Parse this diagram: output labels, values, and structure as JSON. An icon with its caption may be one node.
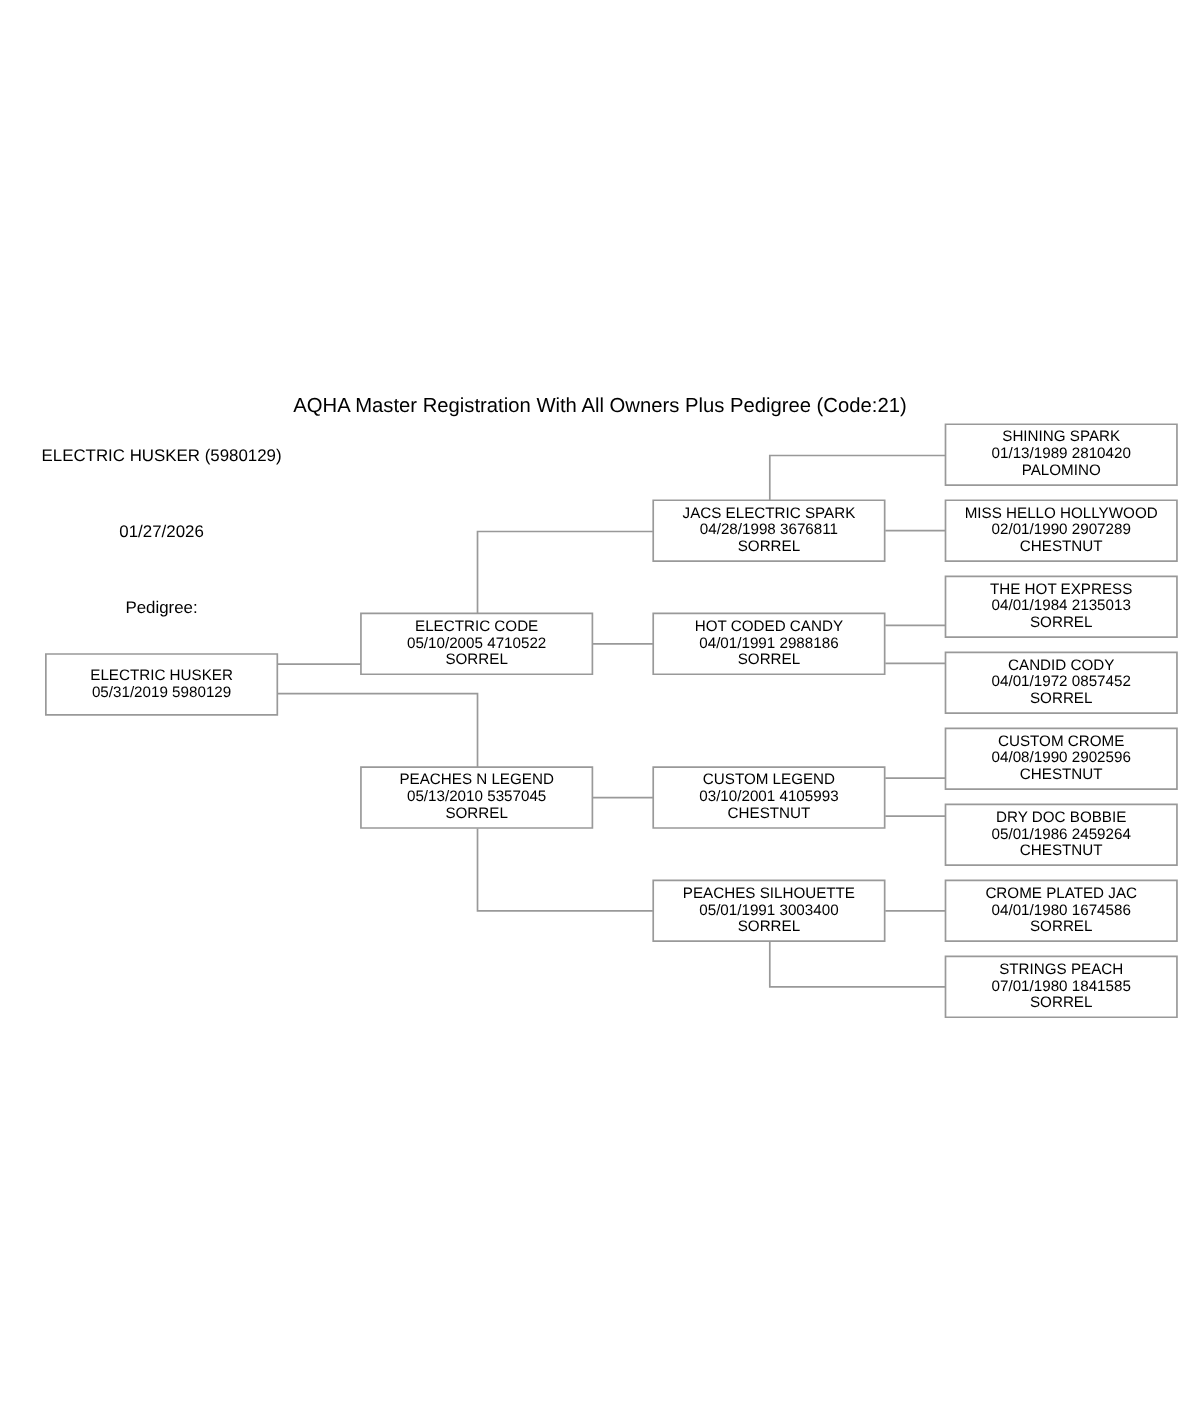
{
  "diagram": {
    "title": "AQHA Master Registration With All Owners Plus Pedigree (Code:21)",
    "nodes": [
      {
        "text": [
          "ELECTRIC HUSKER",
          "05/31/2019 5980129"
        ]
      },
      {
        "text": [
          "ELECTRIC CODE",
          "05/10/2005 4710522",
          "SORREL"
        ]
      },
      {
        "text": [
          "PEACHES N LEGEND",
          "05/13/2010 5357045",
          "SORREL"
        ]
      },
      {
        "text": [
          "JACS ELECTRIC SPARK",
          "04/28/1998 3676811",
          "SORREL"
        ]
      },
      {
        "text": [
          "HOT CODED CANDY",
          "04/01/1991 2988186",
          "SORREL"
        ]
      },
      {
        "text": [
          "CUSTOM LEGEND",
          "03/10/2001 4105993",
          "CHESTNUT"
        ]
      },
      {
        "text": [
          "PEACHES SILHOUETTE",
          "05/01/1991 3003400",
          "SORREL"
        ]
      },
      {
        "text": [
          "SHINING SPARK",
          "01/13/1989 2810420",
          "PALOMINO"
        ]
      },
      {
        "text": [
          "MISS HELLO HOLLYWOOD",
          "02/01/1990 2907289",
          "CHESTNUT"
        ]
      },
      {
        "text": [
          "THE HOT EXPRESS",
          "04/01/1984 2135013",
          "SORREL"
        ]
      },
      {
        "text": [
          "CANDID CODY",
          "04/01/1972 0857452",
          "SORREL"
        ]
      },
      {
        "text": [
          "CUSTOM CROME",
          "04/08/1990 2902596",
          "CHESTNUT"
        ]
      },
      {
        "text": [
          "DRY DOC BOBBIE",
          "05/01/1986 2459264",
          "CHESTNUT"
        ]
      },
      {
        "text": [
          "CROME PLATED JAC",
          "04/01/1980 1674586",
          "SORREL"
        ]
      },
      {
        "text": [
          "STRINGS PEACH",
          "07/01/1980 1841585",
          "SORREL"
        ]
      }
    ],
    "edges": [
      {
        "from": 0,
        "to": 1,
        "arrow": "none"
      },
      {
        "from": 0,
        "to": 2,
        "arrow": "none"
      },
      {
        "from": 1,
        "to": 3,
        "arrow": "none"
      },
      {
        "from": 1,
        "to": 4,
        "arrow": "none"
      },
      {
        "from": 2,
        "to": 5,
        "arrow": "none"
      },
      {
        "from": 2,
        "to": 6,
        "arrow": "none"
      },
      {
        "from": 3,
        "to": 7,
        "arrow": "none"
      },
      {
        "from": 3,
        "to": 8,
        "arrow": "none"
      },
      {
        "from": 4,
        "to": 9,
        "arrow": "none"
      },
      {
        "from": 4,
        "to": 10,
        "arrow": "none"
      },
      {
        "from": 5,
        "to": 11,
        "arrow": "none"
      },
      {
        "from": 5,
        "to": 12,
        "arrow": "none"
      },
      {
        "from": 6,
        "to": 13,
        "arrow": "none"
      },
      {
        "from": 6,
        "to": 14,
        "arrow": "none"
      }
    ],
    "labels": [
      "ELECTRIC HUSKER (5980129)",
      "01/27/2026",
      "Pedigree:"
    ]
  }
}
